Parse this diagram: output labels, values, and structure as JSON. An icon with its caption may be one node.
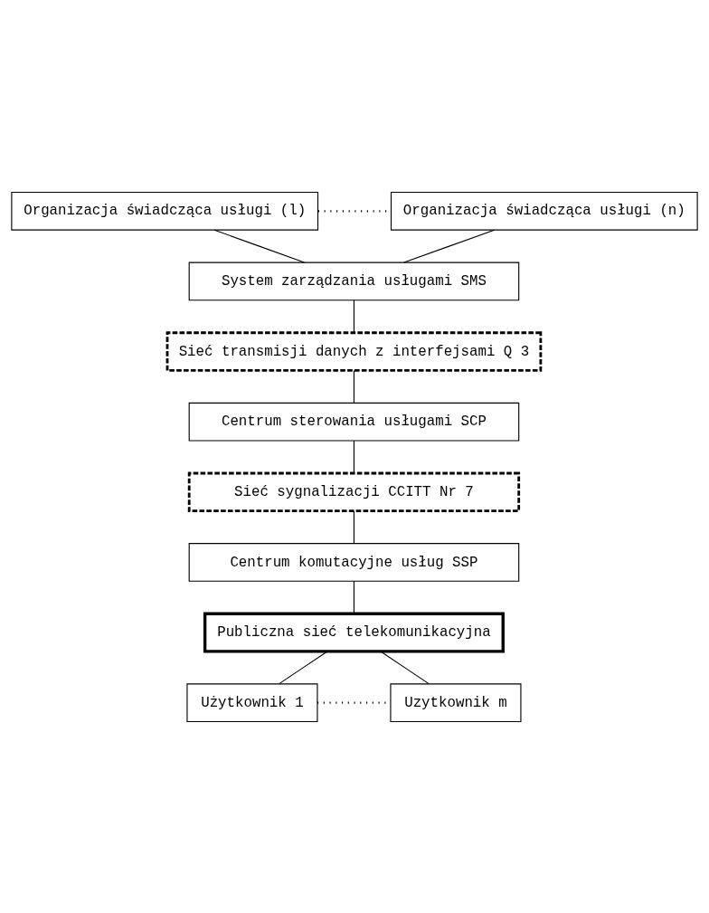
{
  "diagram": {
    "nodes": [
      {
        "text": [
          "Organizacja świadcząca usługi (l)"
        ]
      },
      {
        "text": [
          "Organizacja świadcząca usługi (n)"
        ]
      },
      {
        "text": [
          "System zarządzania usługami SMS"
        ]
      },
      {
        "text": [
          "Sieć transmisji danych z interfejsami Q 3"
        ]
      },
      {
        "text": [
          "Centrum sterowania usługami SCP"
        ]
      },
      {
        "text": [
          "Sieć sygnalizacji CCITT Nr 7"
        ]
      },
      {
        "text": [
          "Centrum komutacyjne usług SSP"
        ]
      },
      {
        "text": [
          "Publiczna sieć telekomunikacyjna"
        ]
      },
      {
        "text": [
          "Użytkownik 1"
        ]
      },
      {
        "text": [
          "Uzytkownik m"
        ]
      }
    ],
    "edges": [
      {
        "from": 0,
        "to": 1,
        "arrow": "none",
        "style": "dashed"
      },
      {
        "from": 0,
        "to": 2,
        "arrow": "none"
      },
      {
        "from": 1,
        "to": 2,
        "arrow": "none"
      },
      {
        "from": 2,
        "to": 3,
        "arrow": "none"
      },
      {
        "from": 3,
        "to": 4,
        "arrow": "none"
      },
      {
        "from": 4,
        "to": 5,
        "arrow": "none"
      },
      {
        "from": 5,
        "to": 6,
        "arrow": "none"
      },
      {
        "from": 6,
        "to": 7,
        "arrow": "none"
      },
      {
        "from": 7,
        "to": 8,
        "arrow": "none"
      },
      {
        "from": 7,
        "to": 9,
        "arrow": "none"
      },
      {
        "from": 8,
        "to": 9,
        "arrow": "none",
        "style": "dashed"
      }
    ]
  }
}
